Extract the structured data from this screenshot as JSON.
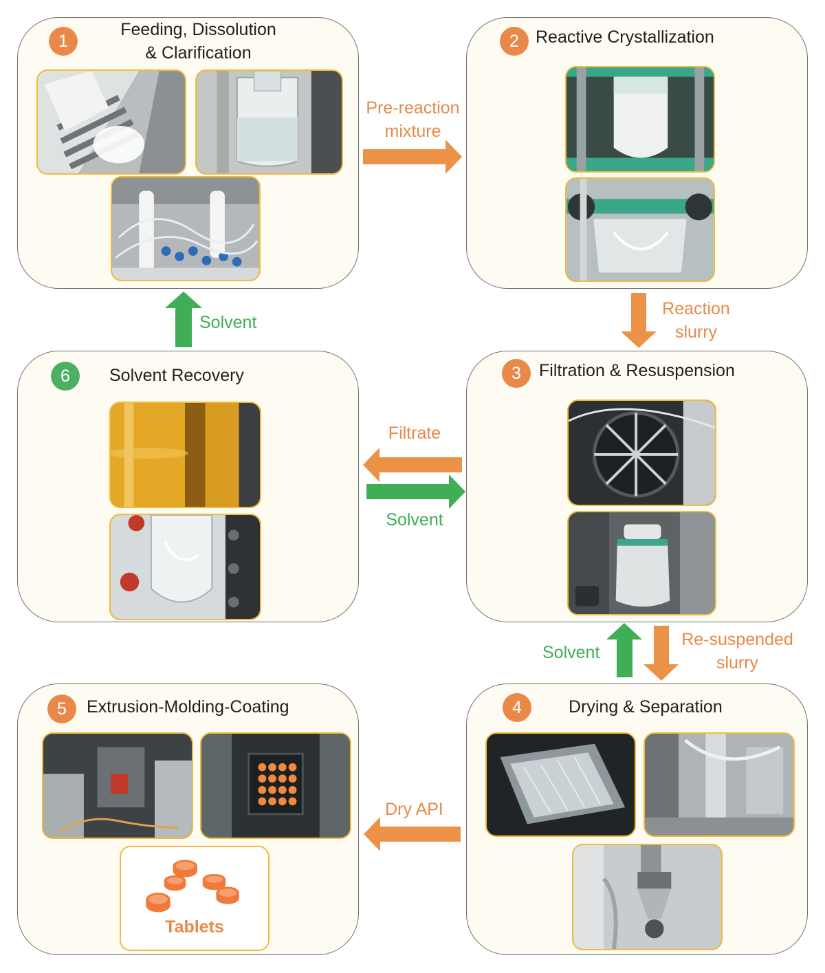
{
  "colors": {
    "orange": "#e8894a",
    "green": "#4caf62",
    "photo_border": "#f0bc3a",
    "box_fill": "#fdfbf2"
  },
  "stages": {
    "s1": {
      "number": "1",
      "title_line1": "Feeding, Dissolution",
      "title_line2": "& Clarification"
    },
    "s2": {
      "number": "2",
      "title": "Reactive Crystallization"
    },
    "s3": {
      "number": "3",
      "title": "Filtration & Resuspension"
    },
    "s4": {
      "number": "4",
      "title": "Drying & Separation"
    },
    "s5": {
      "number": "5",
      "title": "Extrusion-Molding-Coating",
      "tablets_label": "Tablets"
    },
    "s6": {
      "number": "6",
      "title": "Solvent Recovery"
    }
  },
  "flows": {
    "pre_reaction": {
      "line1": "Pre-reaction",
      "line2": "mixture"
    },
    "reaction_slurry": {
      "line1": "Reaction",
      "line2": "slurry"
    },
    "filtrate": "Filtrate",
    "solvent_to_filtration": "Solvent",
    "solvent_to_feeding": "Solvent",
    "solvent_to_filtration_from_drying": "Solvent",
    "resuspended": {
      "line1": "Re-suspended",
      "line2": "slurry"
    },
    "dry_api": "Dry API"
  }
}
